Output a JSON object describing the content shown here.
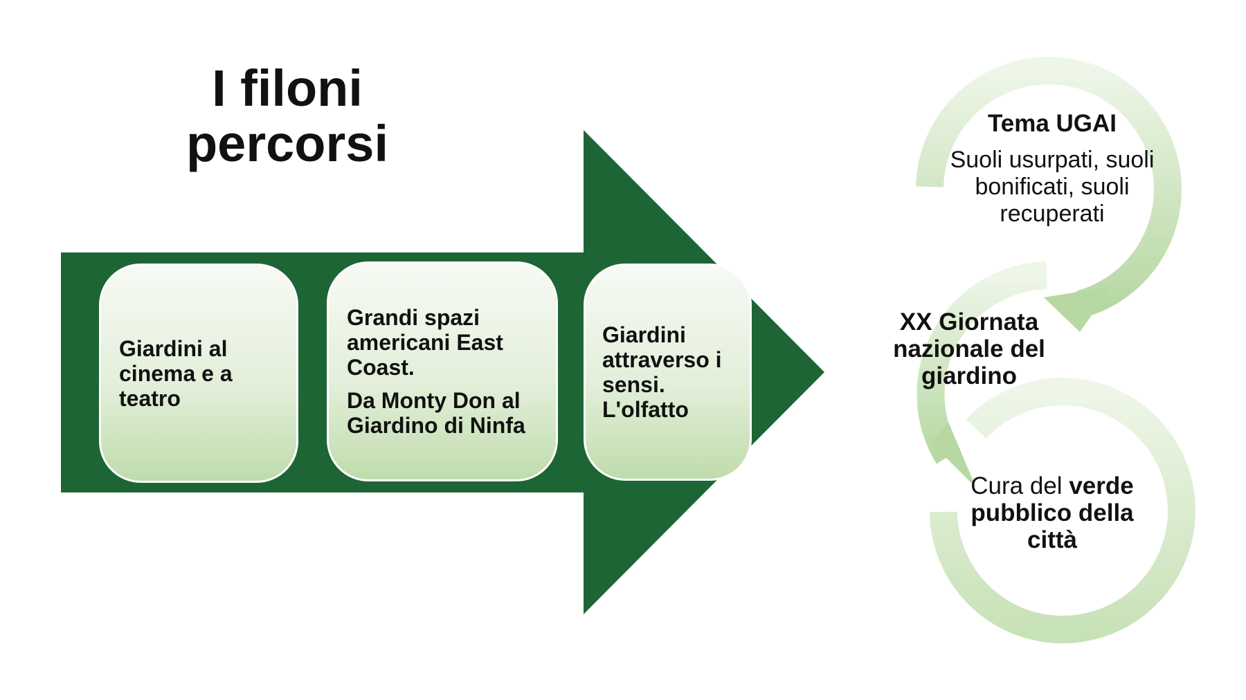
{
  "title": {
    "line1": "I filoni",
    "line2": "percorsi"
  },
  "colors": {
    "arrow": "#1e6535",
    "box_top": "#f7faf4",
    "box_bottom": "#bfdcad",
    "ring_dark": "#b9d9a6",
    "ring_light": "#eef6e8"
  },
  "process": {
    "boxes": [
      {
        "lines": [
          "Giardini al cinema e a teatro"
        ]
      },
      {
        "lines": [
          "Grandi spazi americani East Coast.",
          "Da Monty Don al Giardino di Ninfa"
        ]
      },
      {
        "lines": [
          "Giardini attraverso i sensi. L'olfatto"
        ]
      }
    ]
  },
  "cycle": {
    "item1": {
      "heading": "Tema UGAI",
      "body": "Suoli usurpati, suoli bonificati, suoli recuperati"
    },
    "item2": {
      "body": "XX Giornata nazionale del giardino"
    },
    "item3": {
      "prefix": "Cura del ",
      "bold": "verde pubblico della città"
    }
  }
}
